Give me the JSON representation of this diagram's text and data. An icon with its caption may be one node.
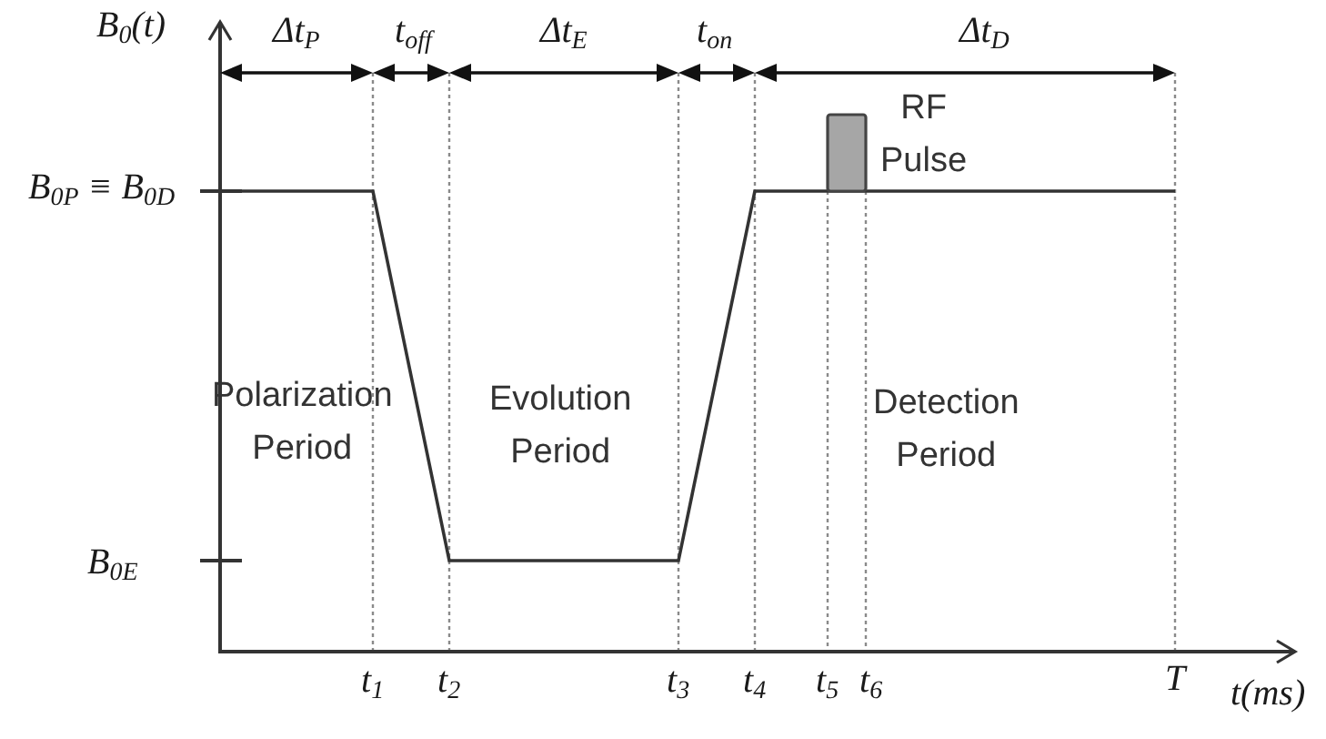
{
  "diagram": {
    "labels": [
      "B$_{0}$(t)",
      "Δt$_{P}$",
      "t$_{off}$",
      "Δt$_{E}$",
      "t$_{on}$",
      "Δt$_{D}$",
      "RF Pulse",
      "B$_{0P}$ ≡ B$_{0D}$",
      "Polarization Period",
      "Evolution Period",
      "Detection Period",
      "B$_{0E}$",
      "t$_{1}$",
      "t$_{2}$",
      "t$_{3}$",
      "t$_{4}$",
      "t$_{5}$",
      "t$_{6}$",
      "T",
      "t(ms)"
    ]
  }
}
